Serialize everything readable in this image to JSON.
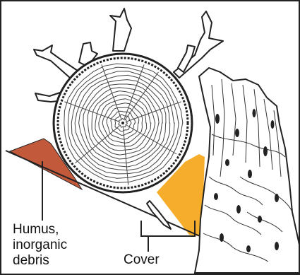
{
  "labels": {
    "humus_line1": "Humus,",
    "humus_line2": "inorganic",
    "humus_line3": "debris",
    "cover": "Cover"
  },
  "colors": {
    "humus": "#c2593a",
    "cover": "#f6ad2c",
    "ink": "#111111",
    "frame": "#222222"
  },
  "icons": {
    "log": "log-cross-section-icon",
    "stump": "tree-stump-icon"
  }
}
